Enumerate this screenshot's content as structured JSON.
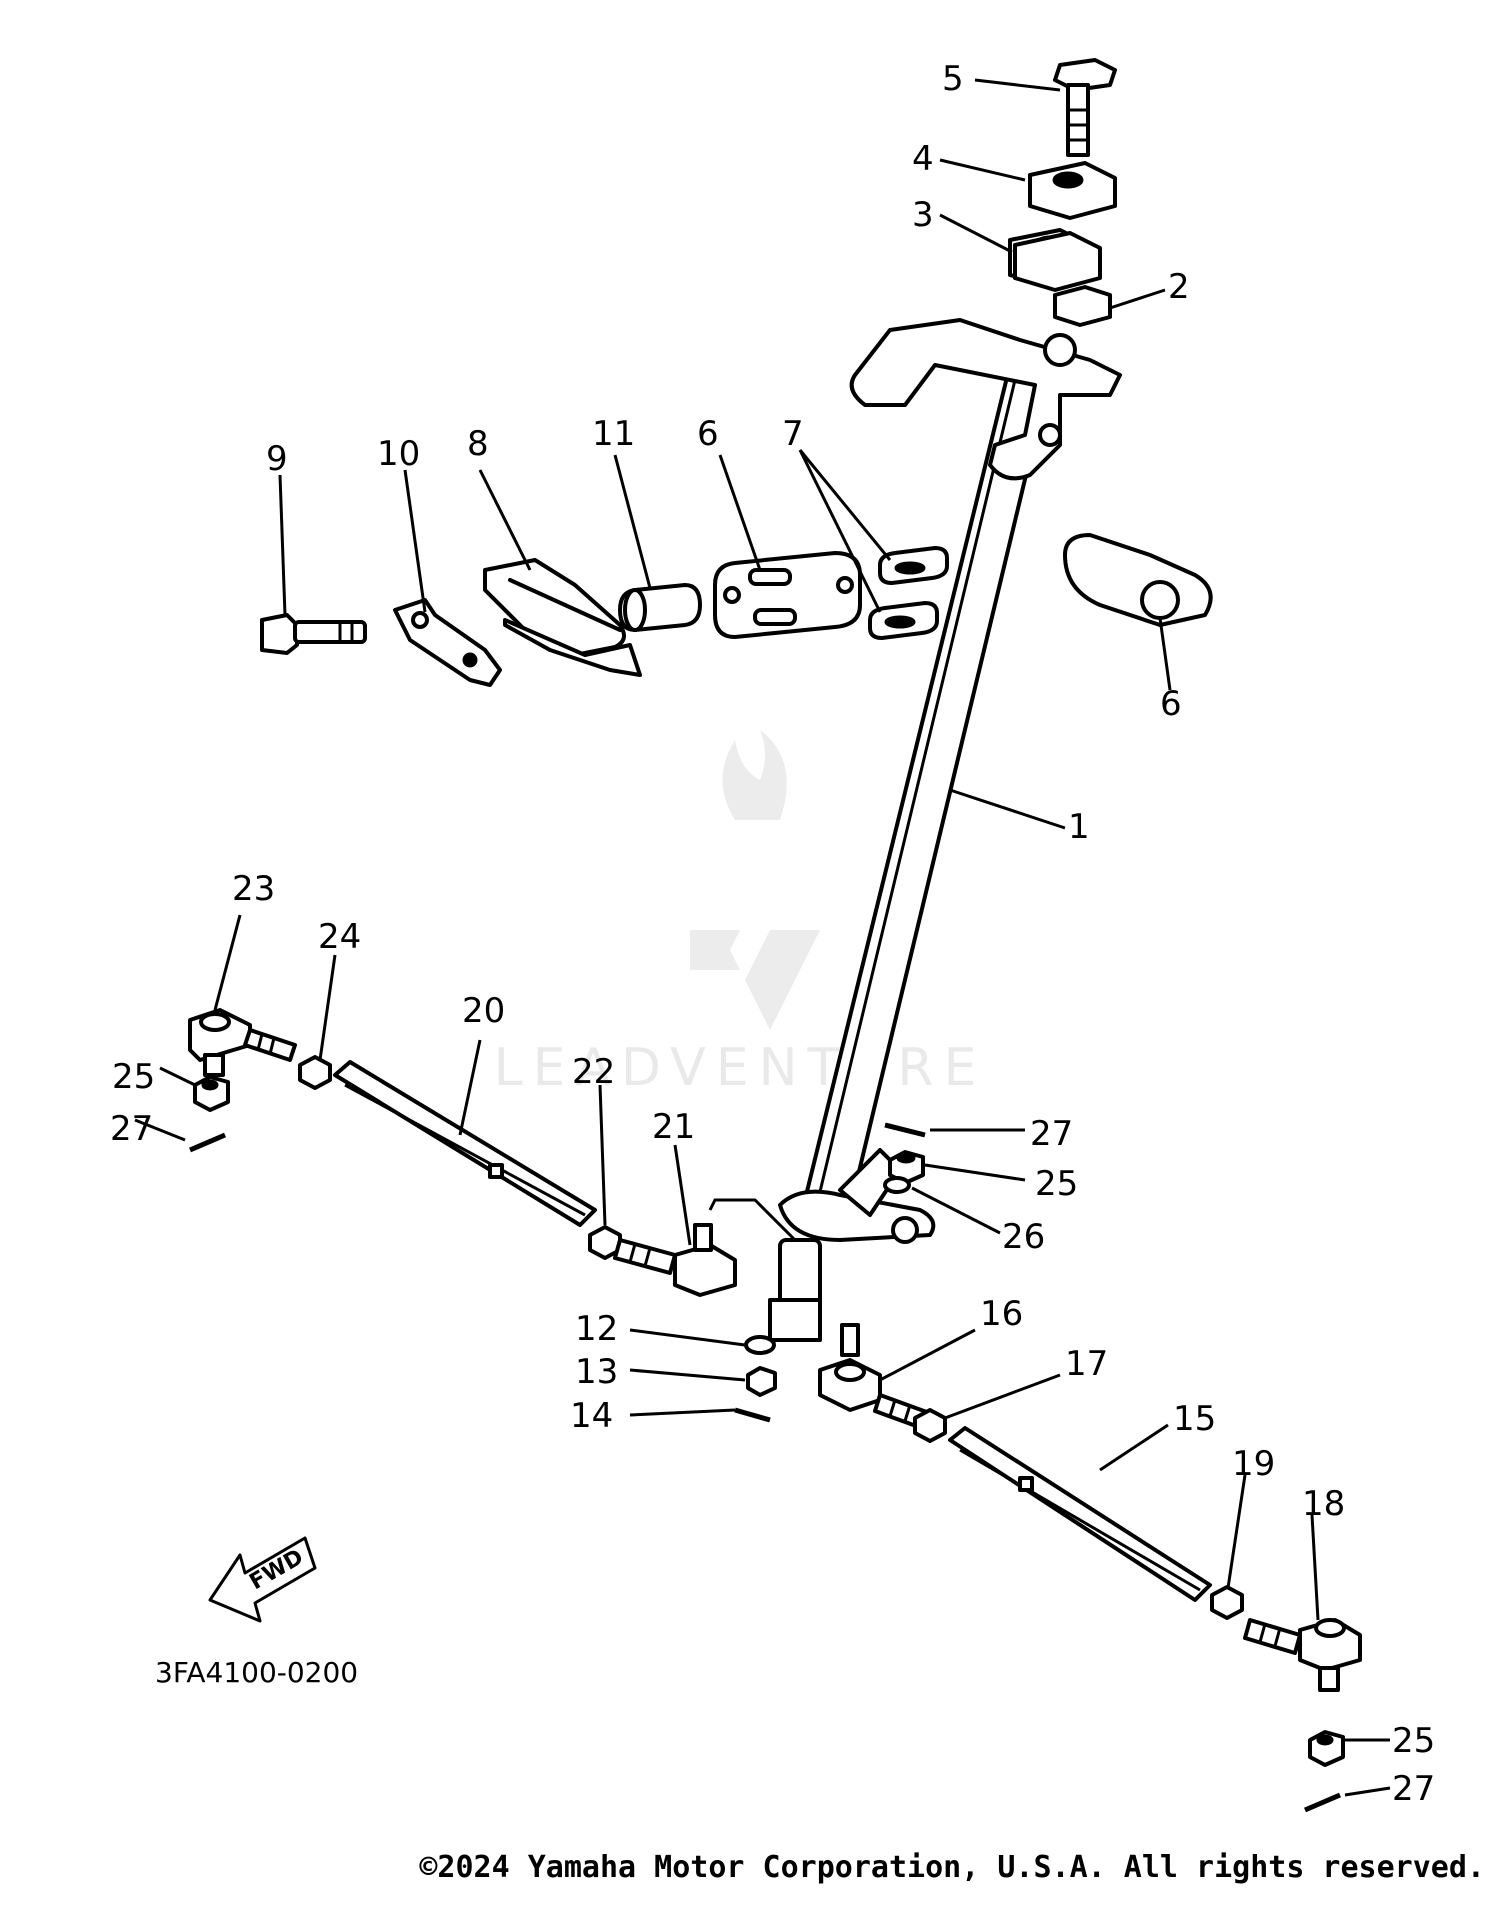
{
  "diagram": {
    "callouts": [
      "1",
      "2",
      "3",
      "4",
      "5",
      "6",
      "6",
      "7",
      "8",
      "9",
      "10",
      "11",
      "12",
      "13",
      "14",
      "15",
      "16",
      "17",
      "18",
      "19",
      "20",
      "21",
      "22",
      "23",
      "24",
      "25",
      "25",
      "25",
      "26",
      "27",
      "27",
      "27"
    ],
    "diagram_code": "3FA4100-0200",
    "fwd_label": "FWD",
    "watermark_text": "LEADVENTURE"
  },
  "footer": {
    "copyright": "©2024 Yamaha Motor Corporation, U.S.A. All rights reserved."
  }
}
